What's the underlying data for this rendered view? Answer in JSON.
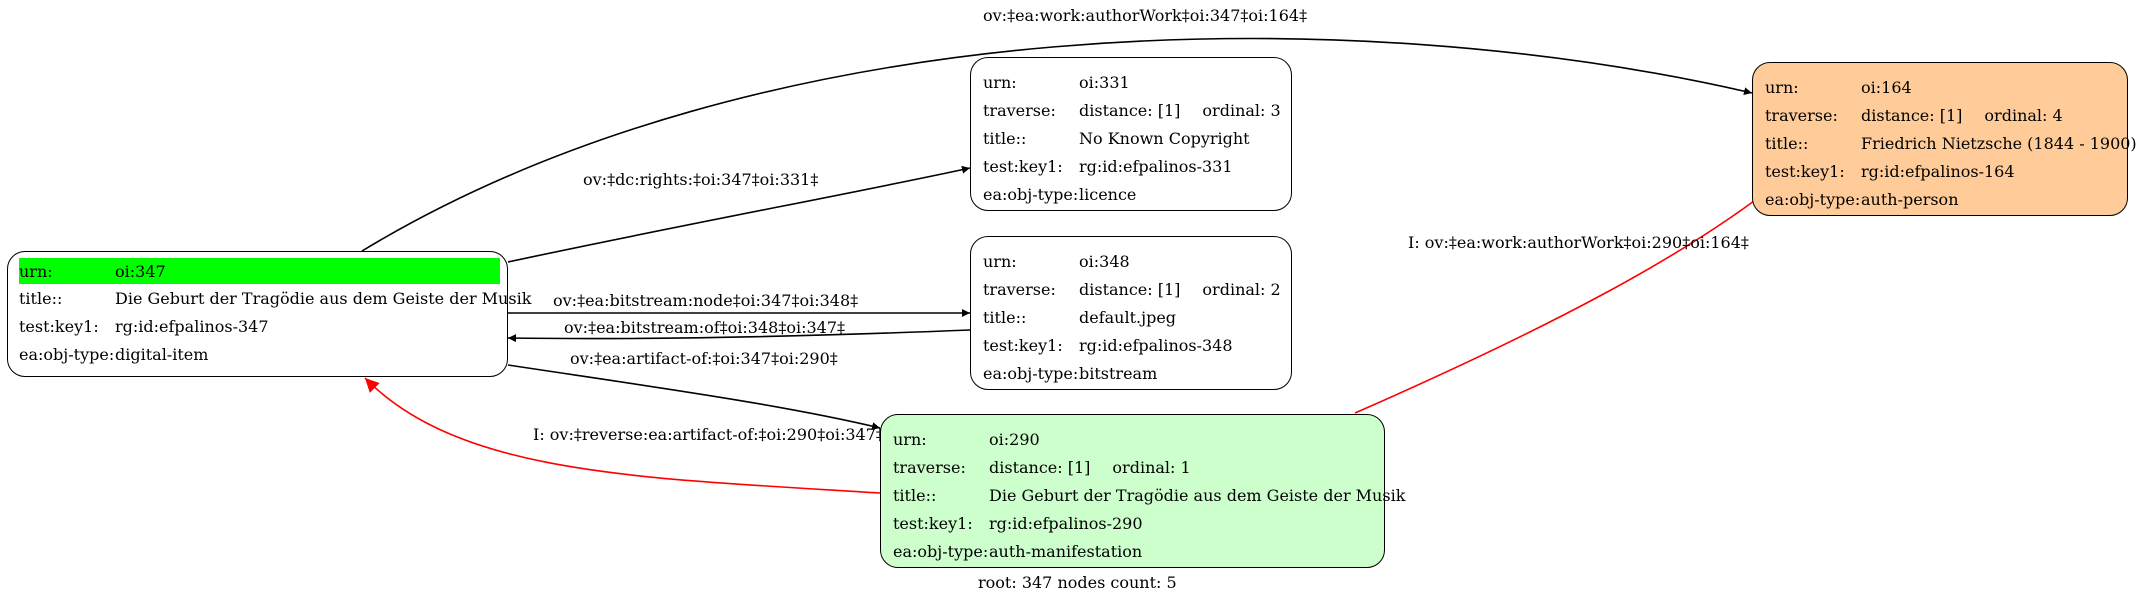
{
  "nodes": {
    "n347": {
      "urn_key": "urn:",
      "urn": "oi:347",
      "title_key": "title::",
      "title": "Die Geburt der Tragödie aus dem Geiste der Musik",
      "testkey_key": "test:key1:",
      "testkey": "rg:id:efpalinos-347",
      "type_key": "ea:obj-type:",
      "type": "digital-item",
      "highlight_color": "#00ff00"
    },
    "n331": {
      "urn_key": "urn:",
      "urn": "oi:331",
      "traverse_key": "traverse:",
      "distance": "distance: [1]",
      "ordinal": "ordinal: 3",
      "title_key": "title::",
      "title": "No Known Copyright",
      "testkey_key": "test:key1:",
      "testkey": "rg:id:efpalinos-331",
      "type_key": "ea:obj-type:",
      "type": "licence"
    },
    "n348": {
      "urn_key": "urn:",
      "urn": "oi:348",
      "traverse_key": "traverse:",
      "distance": "distance: [1]",
      "ordinal": "ordinal: 2",
      "title_key": "title::",
      "title": "default.jpeg",
      "testkey_key": "test:key1:",
      "testkey": "rg:id:efpalinos-348",
      "type_key": "ea:obj-type:",
      "type": "bitstream"
    },
    "n290": {
      "urn_key": "urn:",
      "urn": "oi:290",
      "traverse_key": "traverse:",
      "distance": "distance: [1]",
      "ordinal": "ordinal: 1",
      "title_key": "title::",
      "title": "Die Geburt der Tragödie aus dem Geiste der Musik",
      "testkey_key": "test:key1:",
      "testkey": "rg:id:efpalinos-290",
      "type_key": "ea:obj-type:",
      "type": "auth-manifestation",
      "fill_color": "#ccffcc"
    },
    "n164": {
      "urn_key": "urn:",
      "urn": "oi:164",
      "traverse_key": "traverse:",
      "distance": "distance: [1]",
      "ordinal": "ordinal: 4",
      "title_key": "title::",
      "title": "Friedrich Nietzsche (1844 - 1900)",
      "testkey_key": "test:key1:",
      "testkey": "rg:id:efpalinos-164",
      "type_key": "ea:obj-type:",
      "type": "auth-person",
      "fill_color": "#ffcc99"
    }
  },
  "edges": {
    "author_work": "ov:‡ea:work:authorWork‡oi:347‡oi:164‡",
    "dc_rights": "ov:‡dc:rights:‡oi:347‡oi:331‡",
    "bitstream_node": "ov:‡ea:bitstream:node‡oi:347‡oi:348‡",
    "bitstream_of": "ov:‡ea:bitstream:of‡oi:348‡oi:347‡",
    "artifact_of": "ov:‡ea:artifact-of:‡oi:347‡oi:290‡",
    "reverse_artifact_of": "I: ov:‡reverse:ea:artifact-of:‡oi:290‡oi:347‡",
    "inferred_author_work": "I: ov:‡ea:work:authorWork‡oi:290‡oi:164‡",
    "inferred_color": "#ff0000"
  },
  "footer": "root: 347 nodes count: 5"
}
